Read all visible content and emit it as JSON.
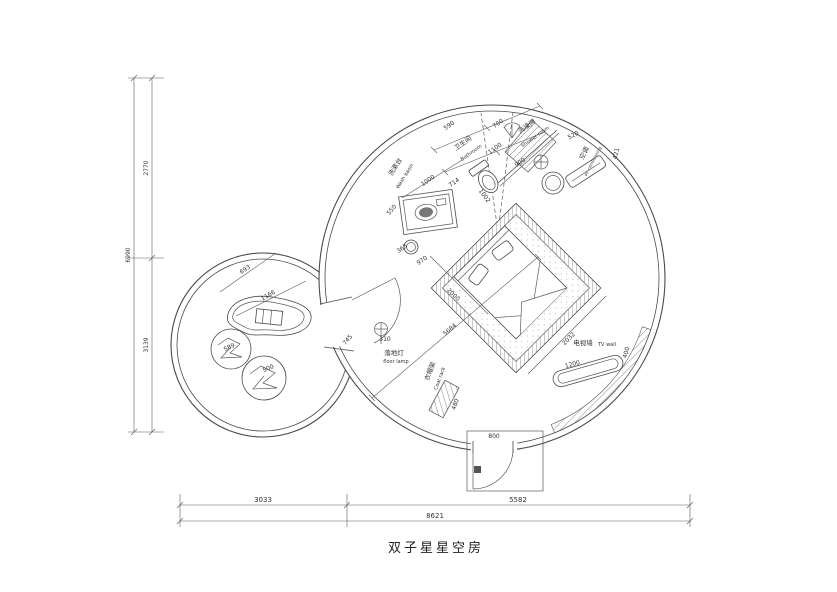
{
  "title": "双子星星空房",
  "rooms": {
    "bathroom_cn": "卫生间",
    "bathroom_en": "Bathroom",
    "shower_cn": "洗澡间",
    "shower_en": "Shower room",
    "washbasin_cn": "洗漱台",
    "washbasin_en": "Wash basin",
    "ac_cn": "空调",
    "ac_en": "air conditioning",
    "floorlamp_cn": "落地灯",
    "floorlamp_en": "floor lamp",
    "coatrack_cn": "衣帽架",
    "coatrack_en": "Coat rack",
    "tvwall_cn": "电视墙",
    "tvwall_en": "TV wall"
  },
  "dims": {
    "d590": "590",
    "d700": "700",
    "d1100": "1100",
    "d900": "900",
    "d520": "520",
    "d421": "421",
    "d714": "714",
    "d1000": "1000",
    "d550": "550",
    "d1002": "1002",
    "d365": "365",
    "d970": "970",
    "d2000": "2000",
    "d2032": "2032",
    "d5684": "5684",
    "d310": "310",
    "d745": "745",
    "d480": "480",
    "d400": "400",
    "d1200": "1200",
    "d800": "800",
    "d693": "693",
    "d1166": "1166",
    "d589": "589",
    "d500": "500",
    "d2770": "2770",
    "d3139": "3139",
    "d6990": "6990",
    "d3033": "3033",
    "d5582": "5582",
    "d8621": "8621"
  }
}
